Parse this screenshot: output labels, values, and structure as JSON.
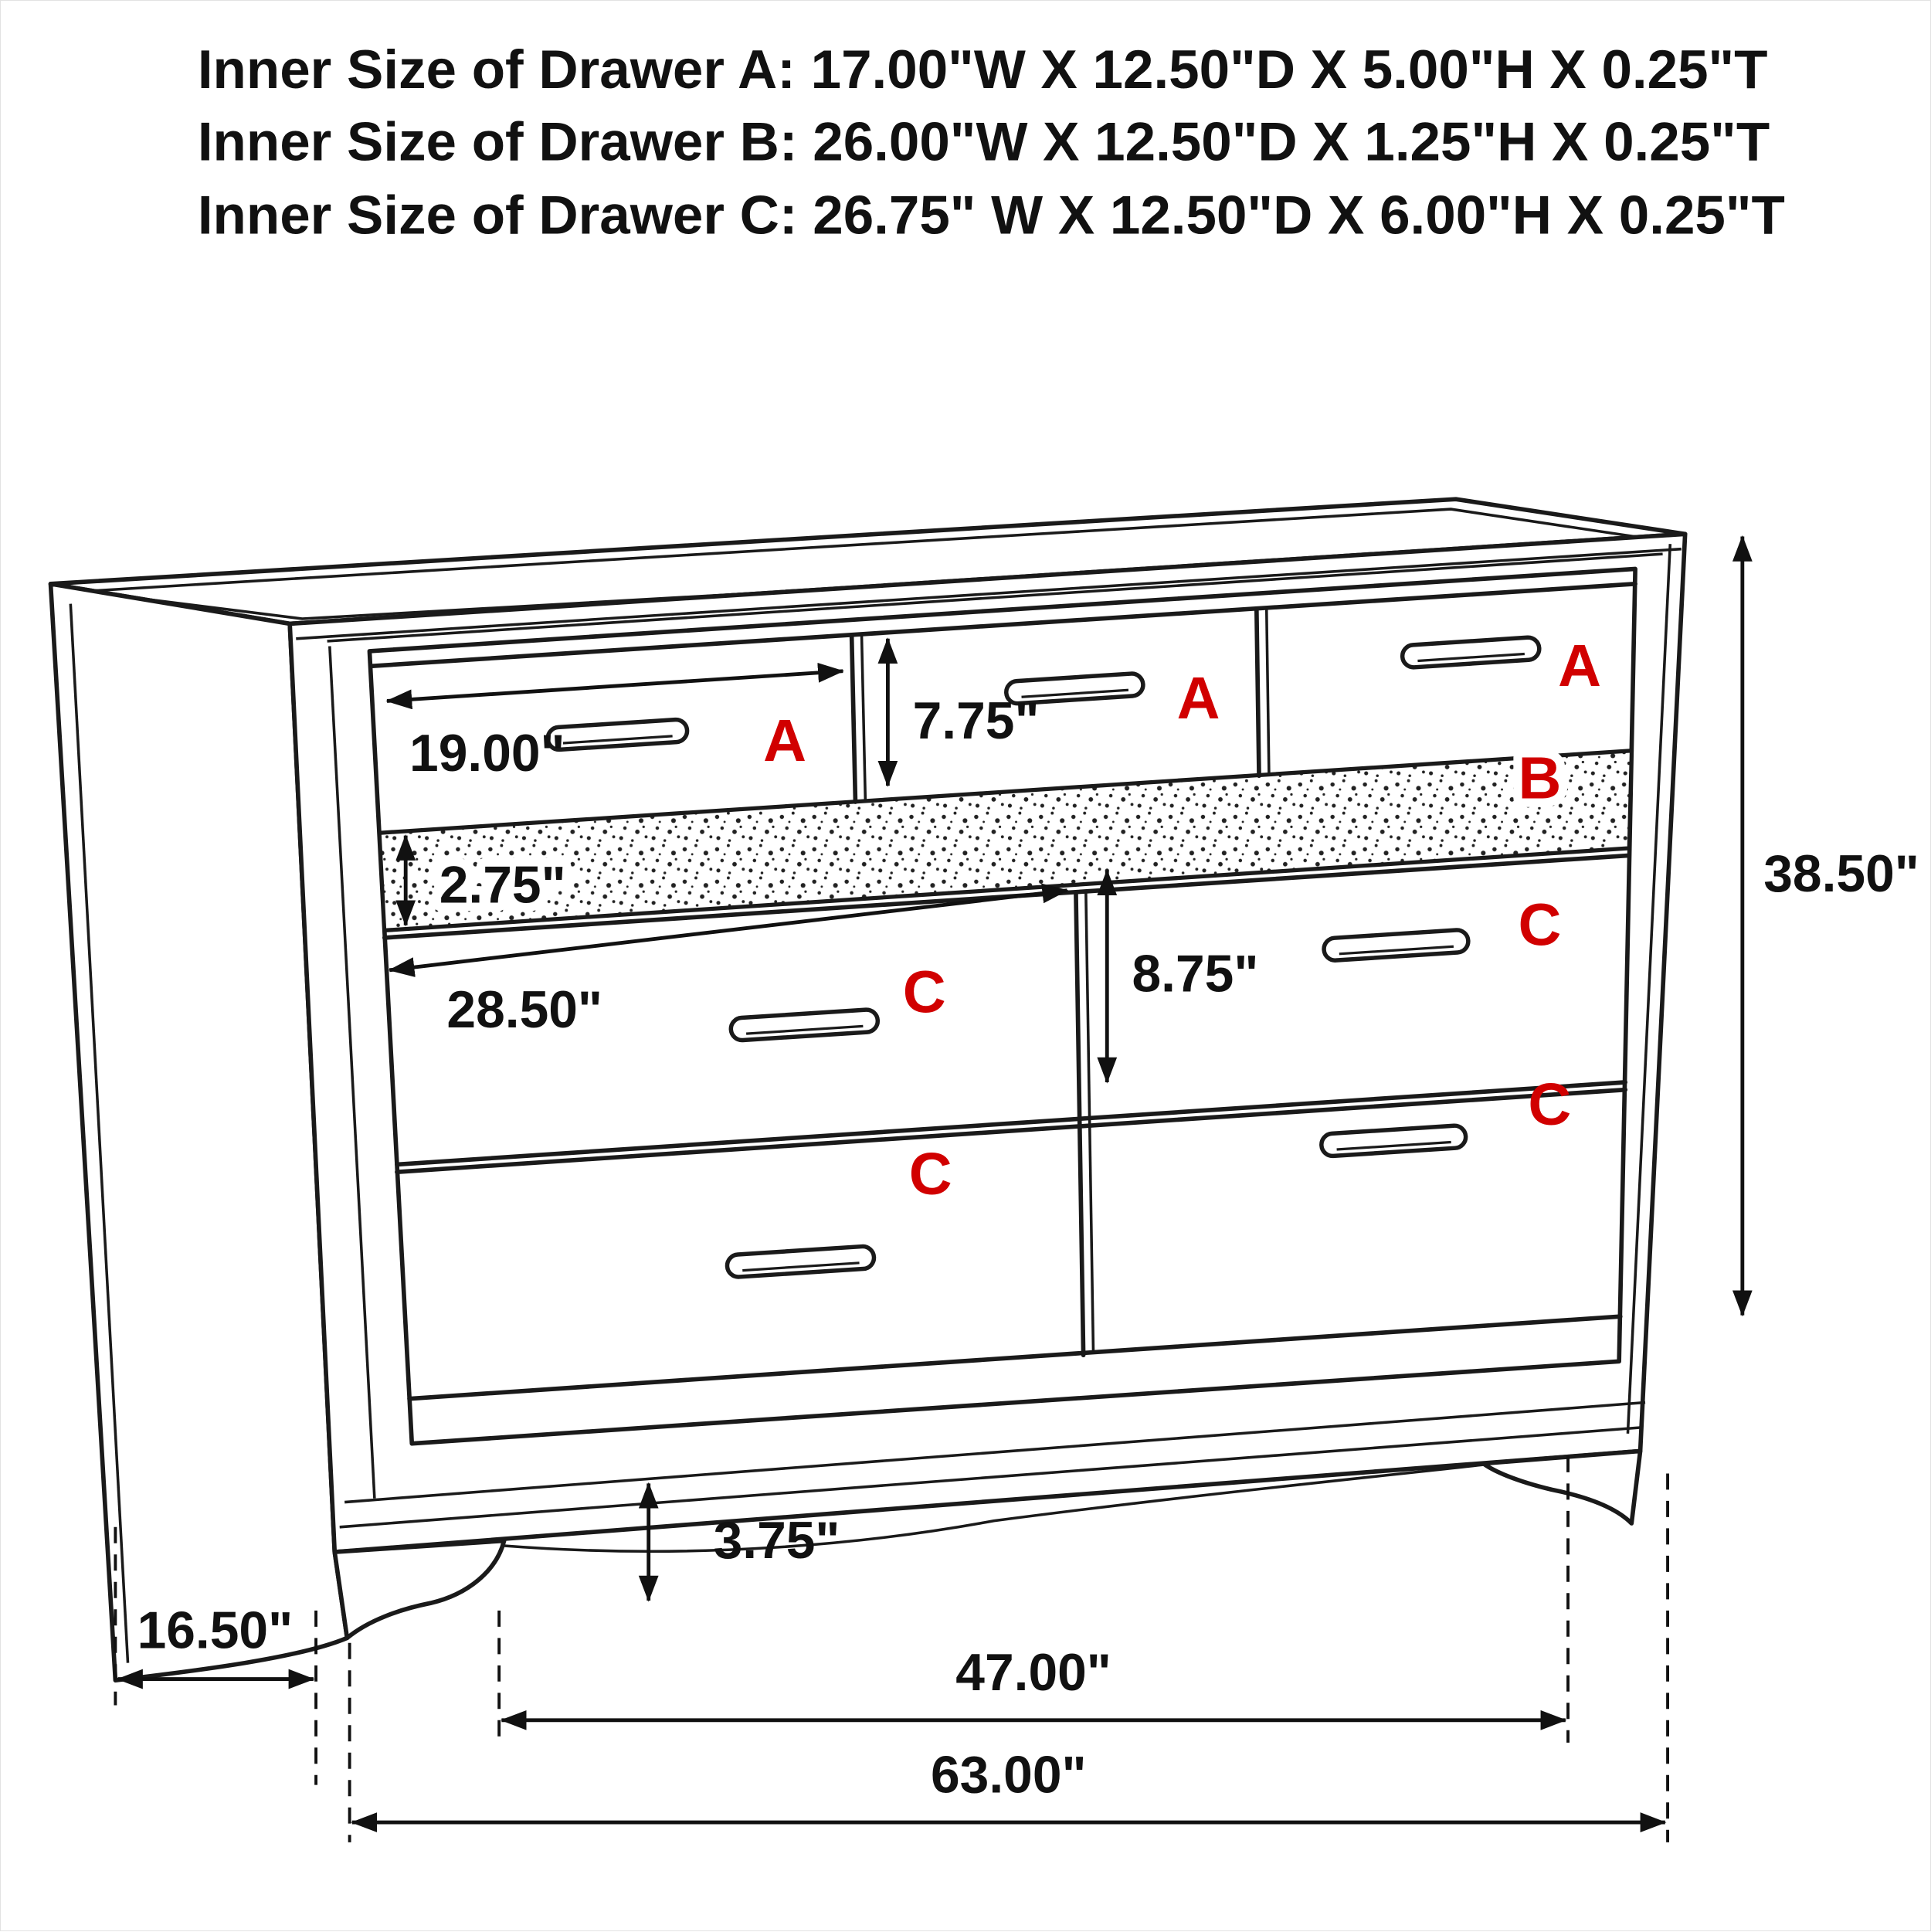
{
  "header": {
    "line1": "Inner Size of Drawer A: 17.00\"W X 12.50\"D X 5.00\"H X 0.25\"T",
    "line2": "Inner Size of Drawer B: 26.00\"W X 12.50\"D X 1.25\"H X 0.25\"T",
    "line3": "Inner Size of Drawer C: 26.75\" W X 12.50\"D X 6.00\"H X 0.25\"T"
  },
  "drawer_labels": {
    "top_left": "A",
    "top_middle": "A",
    "top_right": "A",
    "jewelry_tray": "B",
    "middle_left": "C",
    "middle_right": "C",
    "bottom_left": "C",
    "bottom_right": "C"
  },
  "dimensions": {
    "drawer_a_width": "19.00\"",
    "top_drawer_height": "7.75\"",
    "jewelry_tray_height": "2.75\"",
    "drawer_c_width": "28.50\"",
    "drawer_c_height": "8.75\"",
    "total_height": "38.50\"",
    "foot_height": "3.75\"",
    "side_depth": "16.50\"",
    "feet_span_width": "47.00\"",
    "total_width": "63.00\""
  },
  "colors": {
    "label_red": "#d10000",
    "line_black": "#1a1a1a"
  }
}
